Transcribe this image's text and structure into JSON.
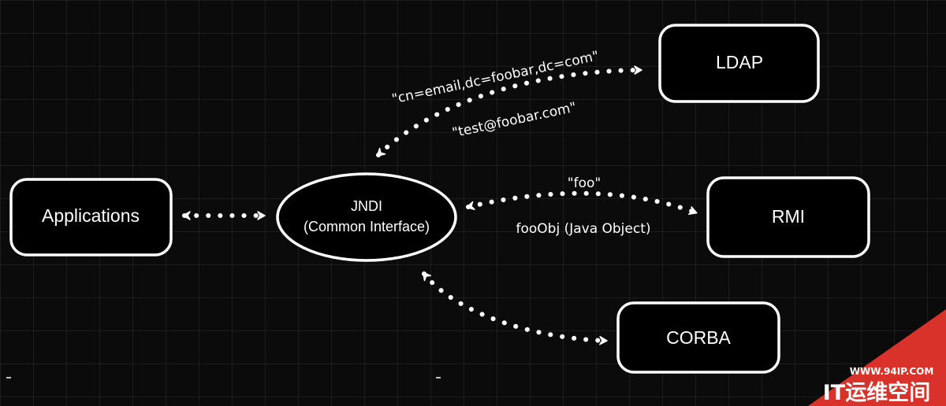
{
  "nodes": {
    "applications": "Applications",
    "jndi_line1": "JNDI",
    "jndi_line2": "(Common Interface)",
    "ldap": "LDAP",
    "rmi": "RMI",
    "corba": "CORBA"
  },
  "edges": {
    "ldap_request": "\"cn=email,dc=foobar,dc=com\"",
    "ldap_response": "\"test@foobar.com\"",
    "rmi_request": "\"foo\"",
    "rmi_response": "fooObj (Java Object)"
  },
  "watermark": {
    "url": "WWW.94IP.COM",
    "brand": "IT运维空间"
  },
  "colors": {
    "background": "#0b0b0b",
    "stroke": "#ffffff",
    "watermark": "#d8322b"
  }
}
